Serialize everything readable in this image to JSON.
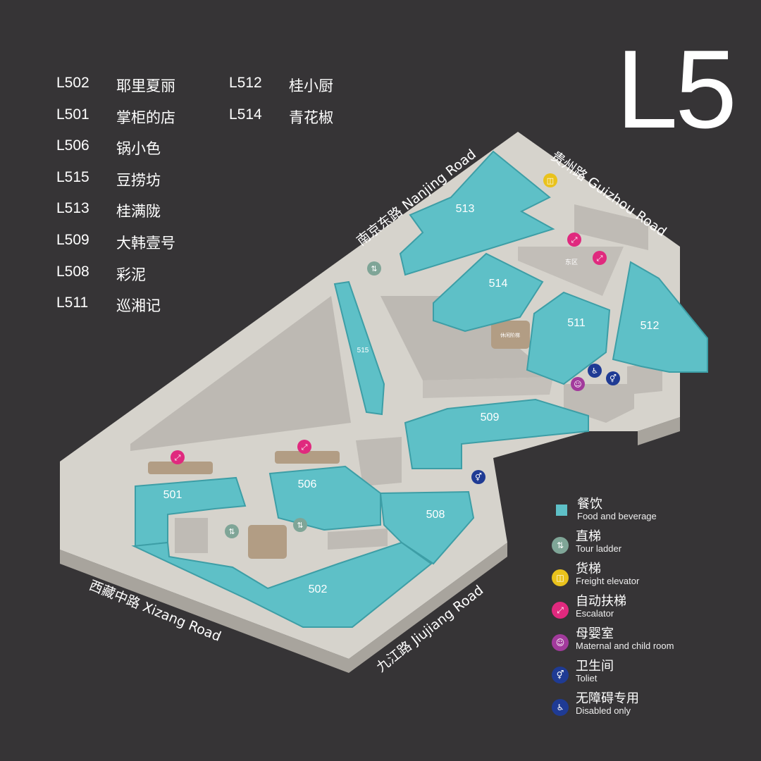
{
  "floor": "L5",
  "directory": [
    {
      "code": "L502",
      "name": "耶里夏丽"
    },
    {
      "code": "L501",
      "name": "掌柜的店"
    },
    {
      "code": "L506",
      "name": "锅小色"
    },
    {
      "code": "L515",
      "name": "豆捞坊"
    },
    {
      "code": "L513",
      "name": "桂满陇"
    },
    {
      "code": "L509",
      "name": "大韩壹号"
    },
    {
      "code": "L508",
      "name": "彩泥"
    },
    {
      "code": "L511",
      "name": "巡湘记"
    },
    {
      "code": "L512",
      "name": "桂小厨"
    },
    {
      "code": "L514",
      "name": "青花椒"
    }
  ],
  "roads": {
    "nanjing": "南京东路 Nanjing Road",
    "guizhou": "贵州路 Guizhou Road",
    "xizang": "西藏中路 Xizang Road",
    "jiujiang": "九江路 Jiujiang Road"
  },
  "units": {
    "u513": "513",
    "u514": "514",
    "u511": "511",
    "u512": "512",
    "u515": "515",
    "u509": "509",
    "u501": "501",
    "u506": "506",
    "u508": "508",
    "u502": "502"
  },
  "areas": {
    "east": "东区",
    "stairs": "休闲阶梯"
  },
  "legend": [
    {
      "cn": "餐饮",
      "en": "Food and beverage",
      "color": "#5ec0c7"
    },
    {
      "cn": "直梯",
      "en": "Tour ladder",
      "color": "#7fa597"
    },
    {
      "cn": "货梯",
      "en": "Freight elevator",
      "color": "#e9c21c"
    },
    {
      "cn": "自动扶梯",
      "en": "Escalator",
      "color": "#e0297e"
    },
    {
      "cn": "母婴室",
      "en": "Maternal and child room",
      "color": "#a23a9c"
    },
    {
      "cn": "卫生间",
      "en": "Toliet",
      "color": "#1f3b94"
    },
    {
      "cn": "无障碍专用",
      "en": "Disabled only",
      "color": "#1f3b94"
    }
  ]
}
